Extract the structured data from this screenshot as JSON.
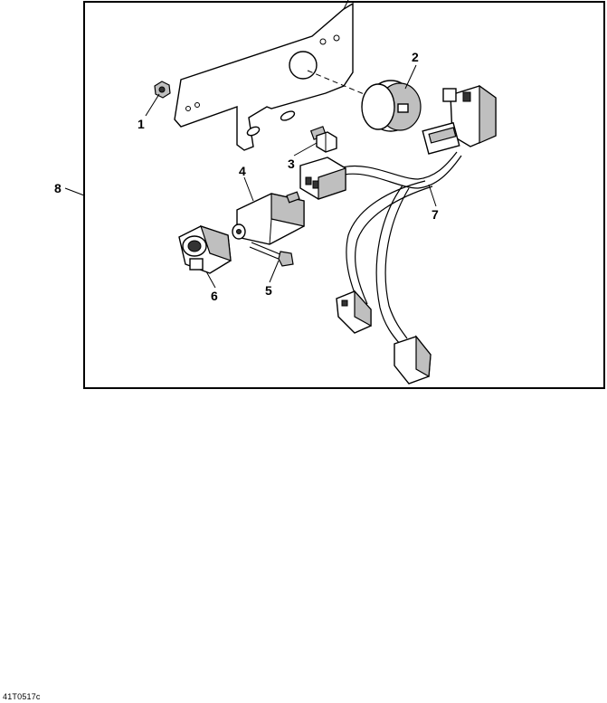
{
  "diagram": {
    "callouts": [
      {
        "id": "1",
        "label": "1"
      },
      {
        "id": "2",
        "label": "2"
      },
      {
        "id": "3",
        "label": "3"
      },
      {
        "id": "4",
        "label": "4"
      },
      {
        "id": "5",
        "label": "5"
      },
      {
        "id": "6",
        "label": "6"
      },
      {
        "id": "7",
        "label": "7"
      },
      {
        "id": "8",
        "label": "8"
      }
    ],
    "reference_code": "41T0517c"
  }
}
